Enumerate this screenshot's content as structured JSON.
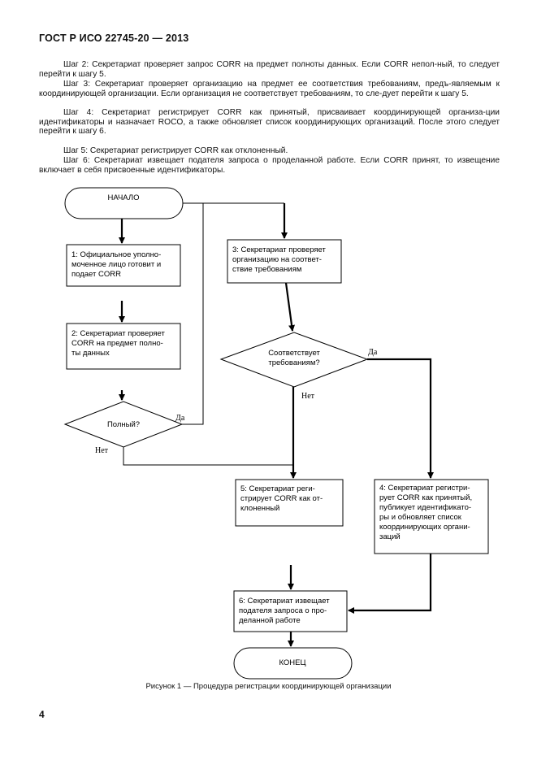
{
  "header": {
    "title": "ГОСТ Р ИСО 22745-20 — 2013"
  },
  "paragraphs": [
    "Шаг 2: Секретариат проверяет запрос CORR на предмет полноты данных. Если CORR непол-ный, то следует перейти к шагу 5.",
    "Шаг 3: Секретариат проверяет организацию на предмет ее соответствия требованиям, предъ-являемым к координирующей организации. Если организация не соответствует требованиям, то сле-дует перейти к шагу 5.",
    "Шаг 4: Секретариат регистрирует CORR как принятый, присваивает координирующей организа-ции идентификаторы и назначает ROCO, а также обновляет список координирующих организаций. После этого следует перейти к шагу 6.",
    "Шаг 5: Секретариат регистрирует CORR как отклоненный.",
    "Шаг 6: Секретариат извещает подателя запроса о проделанной работе. Если CORR принят, то извещение включает в себя присвоенные идентификаторы."
  ],
  "flowchart": {
    "start": "НАЧАЛО",
    "end": "КОНЕЦ",
    "box1": [
      "1: Официальное уполно-",
      "моченное лицо готовит и",
      "подает CORR"
    ],
    "box2": [
      "2: Секретариат проверяет",
      "CORR на предмет полно-",
      "ты данных"
    ],
    "box3": [
      "3: Секретариат проверяет",
      "организацию на соответ-",
      "ствие требованиям"
    ],
    "box4": [
      "4: Секретариат регистри-",
      "рует CORR как принятый,",
      "публикует идентификато-",
      "ры и обновляет список",
      "координирующих органи-",
      "заций"
    ],
    "box5": [
      "5: Секретариат реги-",
      "стрирует CORR как от-",
      "клоненный"
    ],
    "box6": [
      "6: Секретариат извещает",
      "подателя запроса о про-",
      "деланной работе"
    ],
    "decision1": [
      "Полный?"
    ],
    "decision2": [
      "Соответствует",
      "требованиям?"
    ],
    "yes_label": "Да",
    "no_label": "Нет"
  },
  "caption": "Рисунок 1 — Процедура регистрации координирующей организации",
  "page_number": "4"
}
